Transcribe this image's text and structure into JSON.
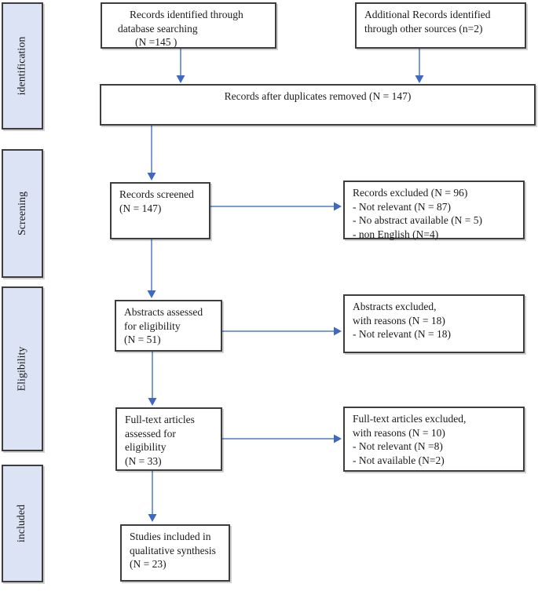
{
  "colors": {
    "sidebar_fill": "#dce3f4",
    "box_border": "#3d3d3d",
    "arrow_line": "#7d9bd9",
    "arrow_head": "#3f68c5",
    "text": "#1a1a1a"
  },
  "sidebar": {
    "stages": [
      {
        "label": "identification"
      },
      {
        "label": "Screening"
      },
      {
        "label": "Eligibility"
      },
      {
        "label": "included"
      }
    ]
  },
  "boxes": {
    "identified": {
      "lines": [
        "Records identified through",
        "database searching",
        "(N =145 )"
      ]
    },
    "additional": {
      "lines": [
        "Additional Records identified",
        "through other sources (n=2)"
      ]
    },
    "duplicates": {
      "lines": [
        "Records after duplicates removed (N = 147)"
      ]
    },
    "screened": {
      "lines": [
        "Records screened",
        "(N = 147)"
      ]
    },
    "records_excluded": {
      "lines": [
        "Records excluded (N = 96)",
        "- Not relevant (N = 87)",
        "- No abstract available (N = 5)",
        "- non English (N=4)"
      ]
    },
    "abstracts": {
      "lines": [
        "Abstracts assessed",
        "for eligibility",
        "(N = 51)"
      ]
    },
    "abstracts_excluded": {
      "lines": [
        "Abstracts excluded,",
        "with reasons (N = 18)",
        "- Not relevant (N = 18)"
      ]
    },
    "fulltext": {
      "lines": [
        "Full-text articles",
        "assessed for",
        "eligibility",
        "(N = 33)"
      ]
    },
    "fulltext_excluded": {
      "lines": [
        "Full-text articles excluded,",
        "with reasons (N = 10)",
        "- Not relevant (N =8)",
        "- Not available (N=2)"
      ]
    },
    "included_studies": {
      "lines": [
        "Studies included in",
        "qualitative synthesis",
        "(N = 23)"
      ]
    }
  }
}
